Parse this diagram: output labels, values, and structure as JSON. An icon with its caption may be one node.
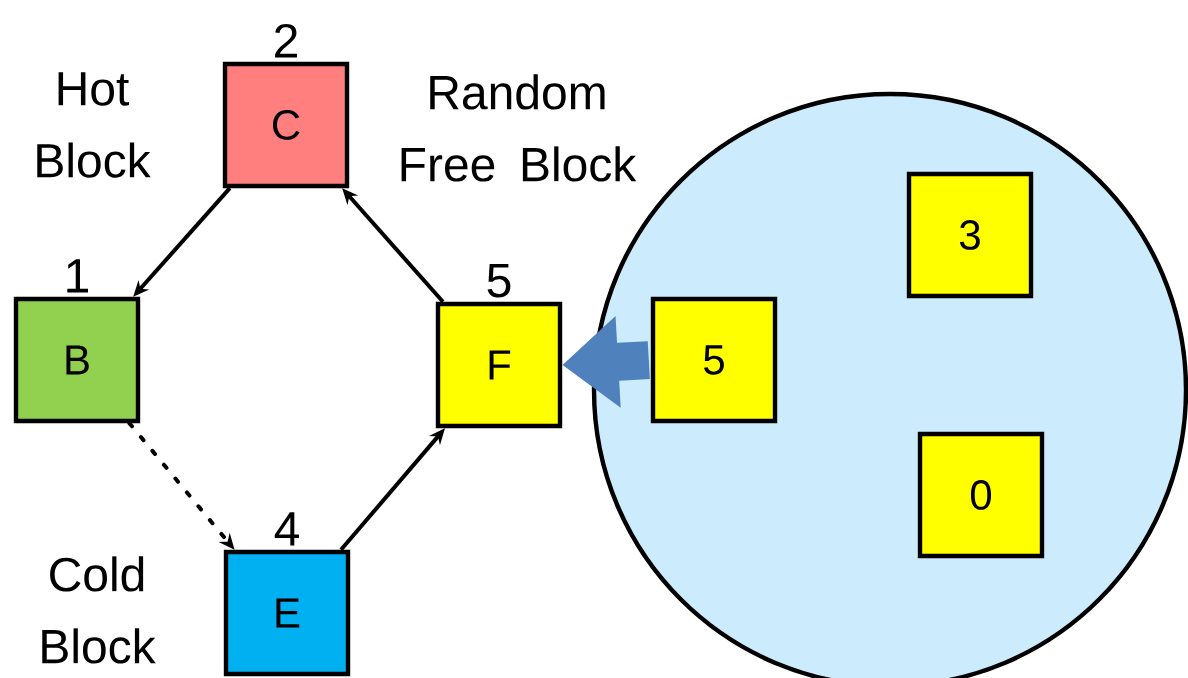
{
  "diagram": {
    "nodes": [
      {
        "text": [
          "C"
        ],
        "beside": [
          "2"
        ]
      },
      {
        "text": [
          "B"
        ],
        "beside": [
          "1"
        ]
      },
      {
        "text": [
          "E"
        ],
        "beside": [
          "4"
        ]
      },
      {
        "text": [
          "F"
        ],
        "beside": [
          "5"
        ]
      },
      {
        "text": [],
        "shape": "circle"
      },
      {
        "text": [
          "5"
        ],
        "in": 4
      },
      {
        "text": [
          "3"
        ],
        "in": 4
      },
      {
        "text": [
          "0"
        ],
        "in": 4
      }
    ],
    "edges": [
      {
        "from": 0,
        "to": 1,
        "arrow": "to"
      },
      {
        "from": 1,
        "to": 2,
        "arrow": "to",
        "style": "dashed"
      },
      {
        "from": 2,
        "to": 3,
        "arrow": "to"
      },
      {
        "from": 3,
        "to": 0,
        "arrow": "to"
      },
      {
        "from": 5,
        "to": 3,
        "arrow": "to",
        "style": "thick",
        "color": "#4f81bd"
      }
    ],
    "labels": [
      "Hot Block",
      "Random Free Block",
      "Cold Block"
    ]
  }
}
